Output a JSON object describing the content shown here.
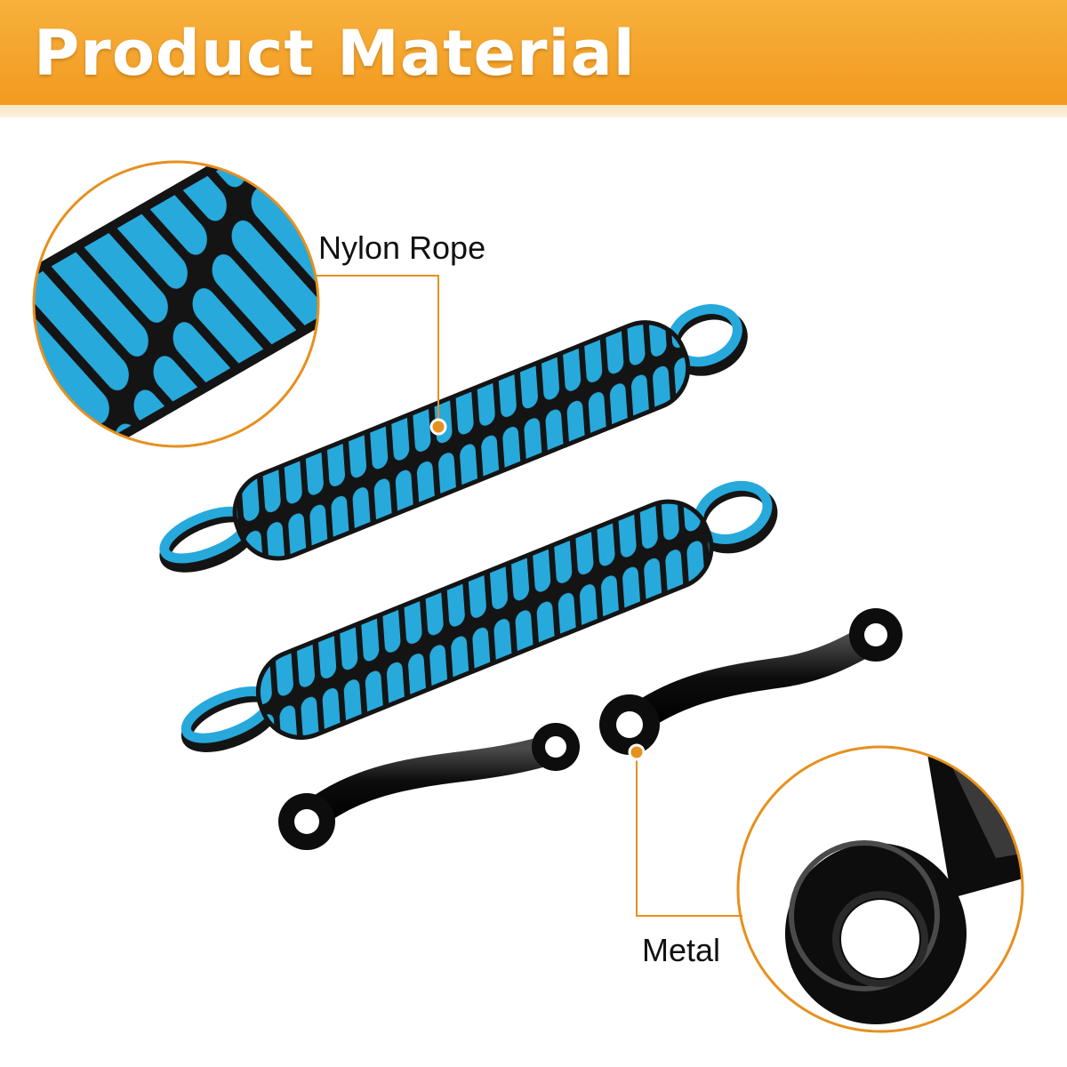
{
  "banner": {
    "title": "Product Material",
    "color_top": "#f7b13d",
    "color_bottom": "#f29a1f"
  },
  "callouts": {
    "rope_label": "Nylon Rope",
    "metal_label": "Metal",
    "line_color": "#e6901e"
  },
  "colors": {
    "rope_blue": "#27a9dc",
    "rope_black": "#141414",
    "metal": "#0d0d0d"
  },
  "icons": [
    "rope-closeup-icon",
    "metal-ring-closeup-icon"
  ]
}
